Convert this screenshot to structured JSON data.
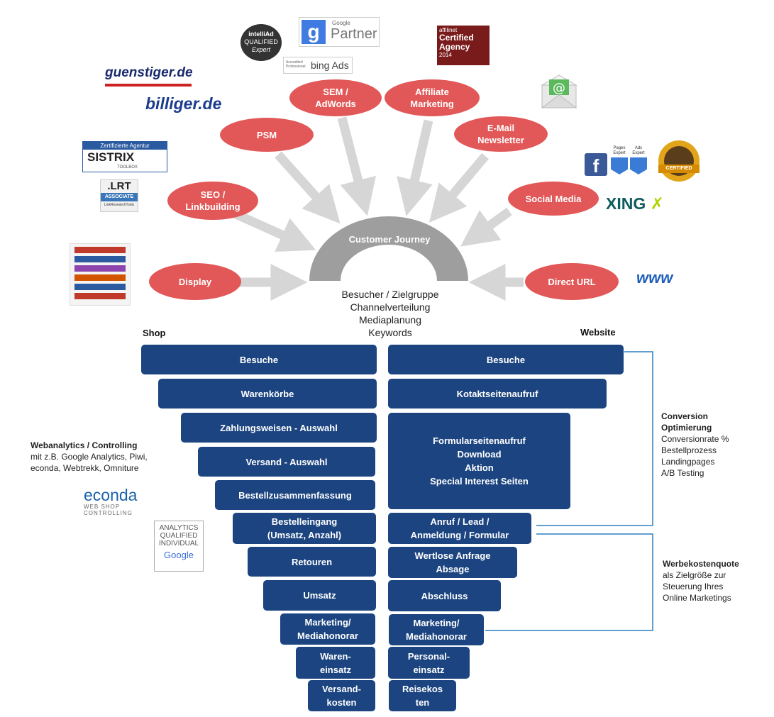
{
  "channels": {
    "display": "Display",
    "seo": "SEO /\nLinkbuilding",
    "psm": "PSM",
    "sem": "SEM /\nAdWords",
    "affiliate": "Affiliate\nMarketing",
    "email": "E-Mail\nNewsletter",
    "social": "Social Media",
    "direct": "Direct URL"
  },
  "center": {
    "title": "Customer Journey",
    "lines": [
      "Besucher / Zielgruppe",
      "Channelverteilung",
      "Mediaplanung",
      "Keywords"
    ]
  },
  "columns": {
    "shop_label": "Shop",
    "website_label": "Website"
  },
  "shop_steps": [
    "Besuche",
    "Warenkörbe",
    "Zahlungsweisen - Auswahl",
    "Versand - Auswahl",
    "Bestellzusammenfassung",
    "Bestelleingang\n(Umsatz, Anzahl)",
    "Retouren",
    "Umsatz",
    "Marketing/\nMediahonorar",
    "Waren-\neinsatz",
    "Versand-\nkosten"
  ],
  "website_steps": [
    "Besuche",
    "Kotaktseitenaufruf",
    "Formularseitenaufruf\nDownload\nAktion\nSpecial Interest Seiten",
    "Anruf / Lead /\nAnmeldung / Formular",
    "Wertlose Anfrage\nAbsage",
    "Abschluss",
    "Marketing/\nMediahonorar",
    "Personal-\neinsatz",
    "Reisekos\nten"
  ],
  "notes": {
    "webanalytics_title": "Webanalytics / Controlling",
    "webanalytics_lines": [
      "mit z.B. Google Analytics, Piwi,",
      "econda, Webtrekk, Omniture"
    ],
    "conversion_title_1": "Conversion",
    "conversion_title_2": "Optimierung",
    "conversion_lines": [
      "Conversionrate %",
      "Bestellprozess",
      "Landingpages",
      "A/B Testing"
    ],
    "werbe_title": "Werbekostenquote",
    "werbe_lines": [
      "als Zielgröße zur",
      "Steuerung Ihres",
      "Online Marketings"
    ]
  },
  "logos": {
    "guenstiger": "guenstiger.de",
    "billiger": "billiger.de",
    "sistrix_top": "Zertifizierte Agentur",
    "sistrix_main": "SISTRIX",
    "sistrix_sub": "TOOLBOX",
    "lrt_a": ".LRT",
    "lrt_b": "ASSOCIATE",
    "lrt_c": "LinkResearchTools",
    "intellia_1": "intelliAd",
    "intellia_2": "QUALIFIED",
    "intellia_3": "Expert",
    "gpartner_small": "Google",
    "gpartner_main": "Partner",
    "bing_small": "Accredited Professional",
    "bing_main": "bing Ads",
    "affilinet_a": "affilinet",
    "affilinet_b": "Certified Agency",
    "affilinet_c": "2014",
    "pages_expert": "Pages Expert",
    "ads_expert": "Ads Expert",
    "certified": "CERTIFIED",
    "xing": "XING",
    "www": "www",
    "econda_main": "econda",
    "econda_sub": "WEB SHOP CONTROLLING",
    "analytics_1": "ANALYTICS",
    "analytics_2": "QUALIFIED",
    "analytics_3": "INDIVIDUAL",
    "analytics_4": "Google"
  },
  "colors": {
    "channel_oval": "#e25757",
    "funnel_box": "#1b4480",
    "arrow": "#d6d6d6",
    "arch": "#9e9e9e",
    "bracket": "#2f7fc0"
  }
}
